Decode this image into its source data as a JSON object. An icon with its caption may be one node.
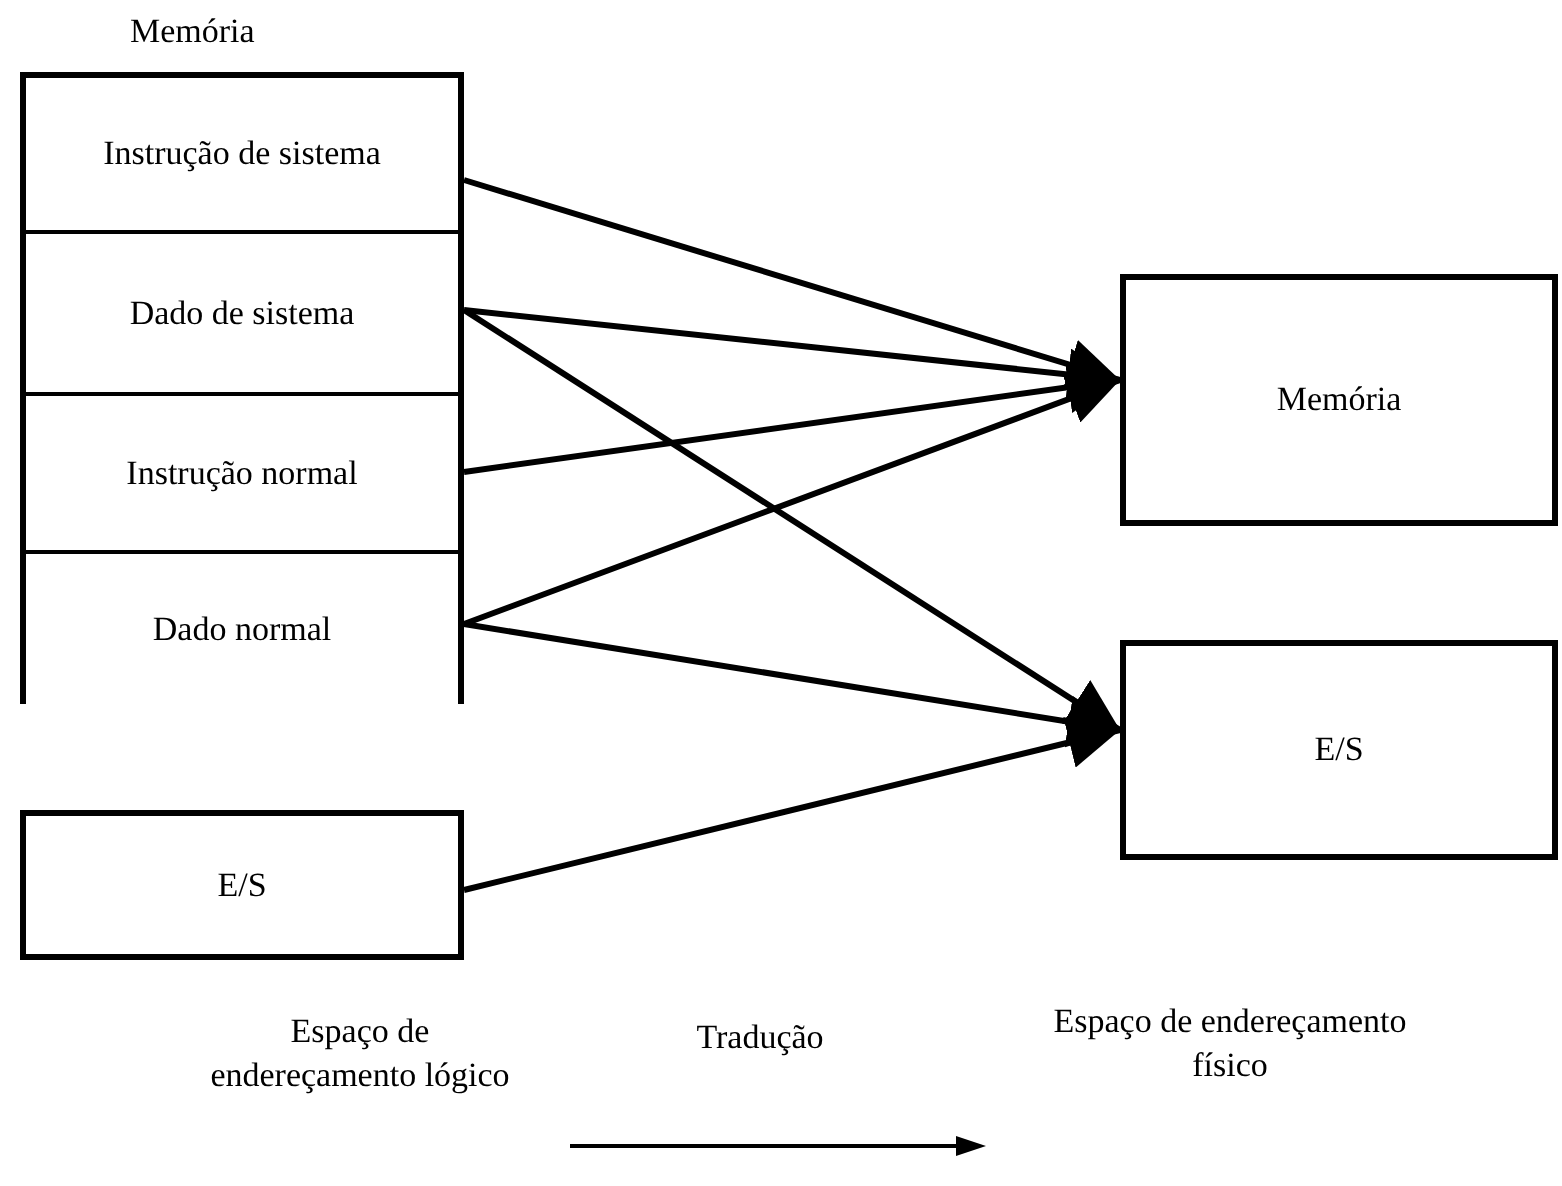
{
  "diagram": {
    "nodes": [
      {
        "text": [
          "Memória"
        ]
      },
      {
        "text": [
          "Instrução de sistema"
        ],
        "in": 0
      },
      {
        "text": [
          "Dado de sistema"
        ],
        "in": 0
      },
      {
        "text": [
          "Instrução normal"
        ],
        "in": 0
      },
      {
        "text": [
          "Dado normal"
        ],
        "in": 0
      },
      {
        "text": [
          "E/S"
        ]
      },
      {
        "text": [
          "Memória"
        ]
      },
      {
        "text": [
          "E/S"
        ]
      }
    ],
    "edges": [
      {
        "from": 1,
        "to": 6,
        "arrow": "to"
      },
      {
        "from": 2,
        "to": 6,
        "arrow": "to"
      },
      {
        "from": 2,
        "to": 7,
        "arrow": "to"
      },
      {
        "from": 3,
        "to": 6,
        "arrow": "to"
      },
      {
        "from": 4,
        "to": 6,
        "arrow": "to"
      },
      {
        "from": 4,
        "to": 7,
        "arrow": "to"
      },
      {
        "from": 5,
        "to": 7,
        "arrow": "to"
      }
    ],
    "labels": [
      "Espaço de endereçamento lógico",
      "Tradução",
      "Espaço de endereçamento físico"
    ]
  }
}
